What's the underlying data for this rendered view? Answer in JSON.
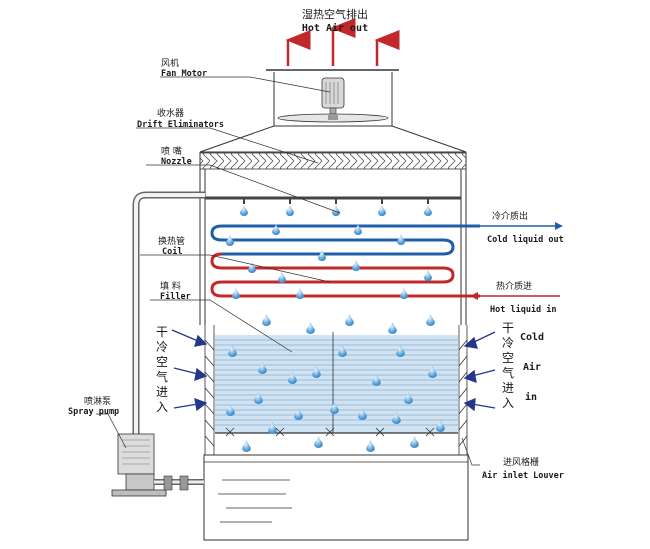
{
  "top": {
    "cn": "湿热空气排出",
    "en": "Hot Air out"
  },
  "labels": {
    "fan": {
      "cn": "风机",
      "en": "Fan Motor"
    },
    "drift": {
      "cn": "收水器",
      "en": "Drift Eliminators"
    },
    "nozzle": {
      "cn": "喷 嘴",
      "en": "Nozzle"
    },
    "coil": {
      "cn": "换热管",
      "en": "Coil"
    },
    "filler": {
      "cn": "填 料",
      "en": "Filler"
    },
    "pump": {
      "cn": "喷淋泵",
      "en": "Spray pump"
    },
    "cold_out": {
      "cn": "冷介质出",
      "en": "Cold liquid out"
    },
    "hot_in": {
      "cn": "热介质进",
      "en": "Hot liquid in"
    },
    "louver": {
      "cn": "进风格栅",
      "en": "Air inlet Louver"
    }
  },
  "left_air": {
    "chars": [
      "干",
      "冷",
      "空",
      "气",
      "进",
      "入"
    ]
  },
  "right_air": {
    "chars": [
      "干",
      "冷",
      "空",
      "气",
      "进",
      "入"
    ],
    "en": [
      "Cold",
      "Air",
      "in"
    ]
  },
  "colors": {
    "hot": "#c0282a",
    "cold": "#1f5fa8",
    "air_arrow": "#24388a",
    "water": "#5fa9de",
    "fill_zone": "#cfe3f3",
    "up_arrow": "#c0282a"
  }
}
